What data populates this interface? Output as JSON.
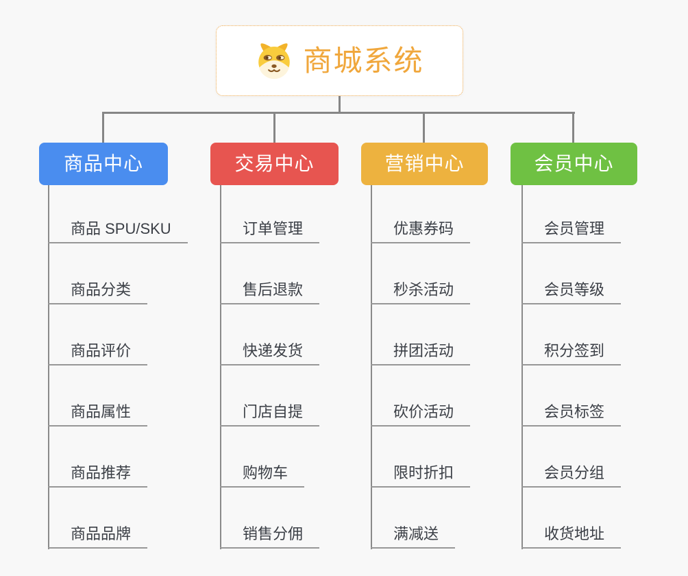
{
  "page": {
    "background_color": "#f8f8f8",
    "connector_color": "#868686"
  },
  "root": {
    "label": "商城系统",
    "text_color": "#f0a73c",
    "border_color": "#efa94b",
    "icon": "shiba-dog-icon"
  },
  "branches": [
    {
      "label": "商品中心",
      "color": "#4a8def",
      "items": [
        "商品 SPU/SKU",
        "商品分类",
        "商品评价",
        "商品属性",
        "商品推荐",
        "商品品牌"
      ]
    },
    {
      "label": "交易中心",
      "color": "#e75550",
      "items": [
        "订单管理",
        "售后退款",
        "快递发货",
        "门店自提",
        "购物车",
        "销售分佣"
      ]
    },
    {
      "label": "营销中心",
      "color": "#edb23f",
      "items": [
        "优惠券码",
        "秒杀活动",
        "拼团活动",
        "砍价活动",
        "限时折扣",
        "满减送"
      ]
    },
    {
      "label": "会员中心",
      "color": "#6fc143",
      "items": [
        "会员管理",
        "会员等级",
        "积分签到",
        "会员标签",
        "会员分组",
        "收货地址"
      ]
    }
  ]
}
